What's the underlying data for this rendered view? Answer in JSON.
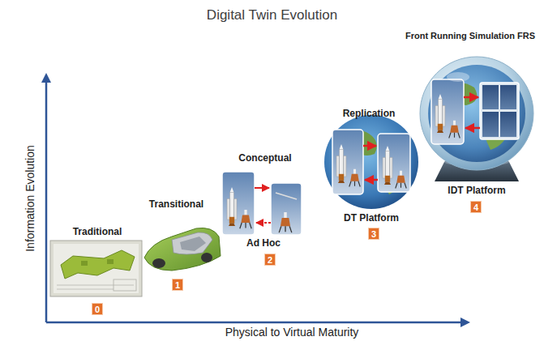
{
  "diagram": {
    "title": "Digital Twin Evolution",
    "nodes": [
      {
        "text": [
          "Traditional"
        ]
      },
      {
        "text": [
          "Transitional"
        ]
      },
      {
        "text": [
          "Conceptual",
          "Ad Hoc"
        ]
      },
      {
        "text": [
          "Replication",
          "DT Platform"
        ]
      },
      {
        "text": [
          "Front Running Simulation FRS",
          "IDT Platform"
        ]
      }
    ],
    "labels": [
      "Information Evolution",
      "Physical to Virtual Maturity",
      "0",
      "1",
      "2",
      "3",
      "4"
    ]
  }
}
